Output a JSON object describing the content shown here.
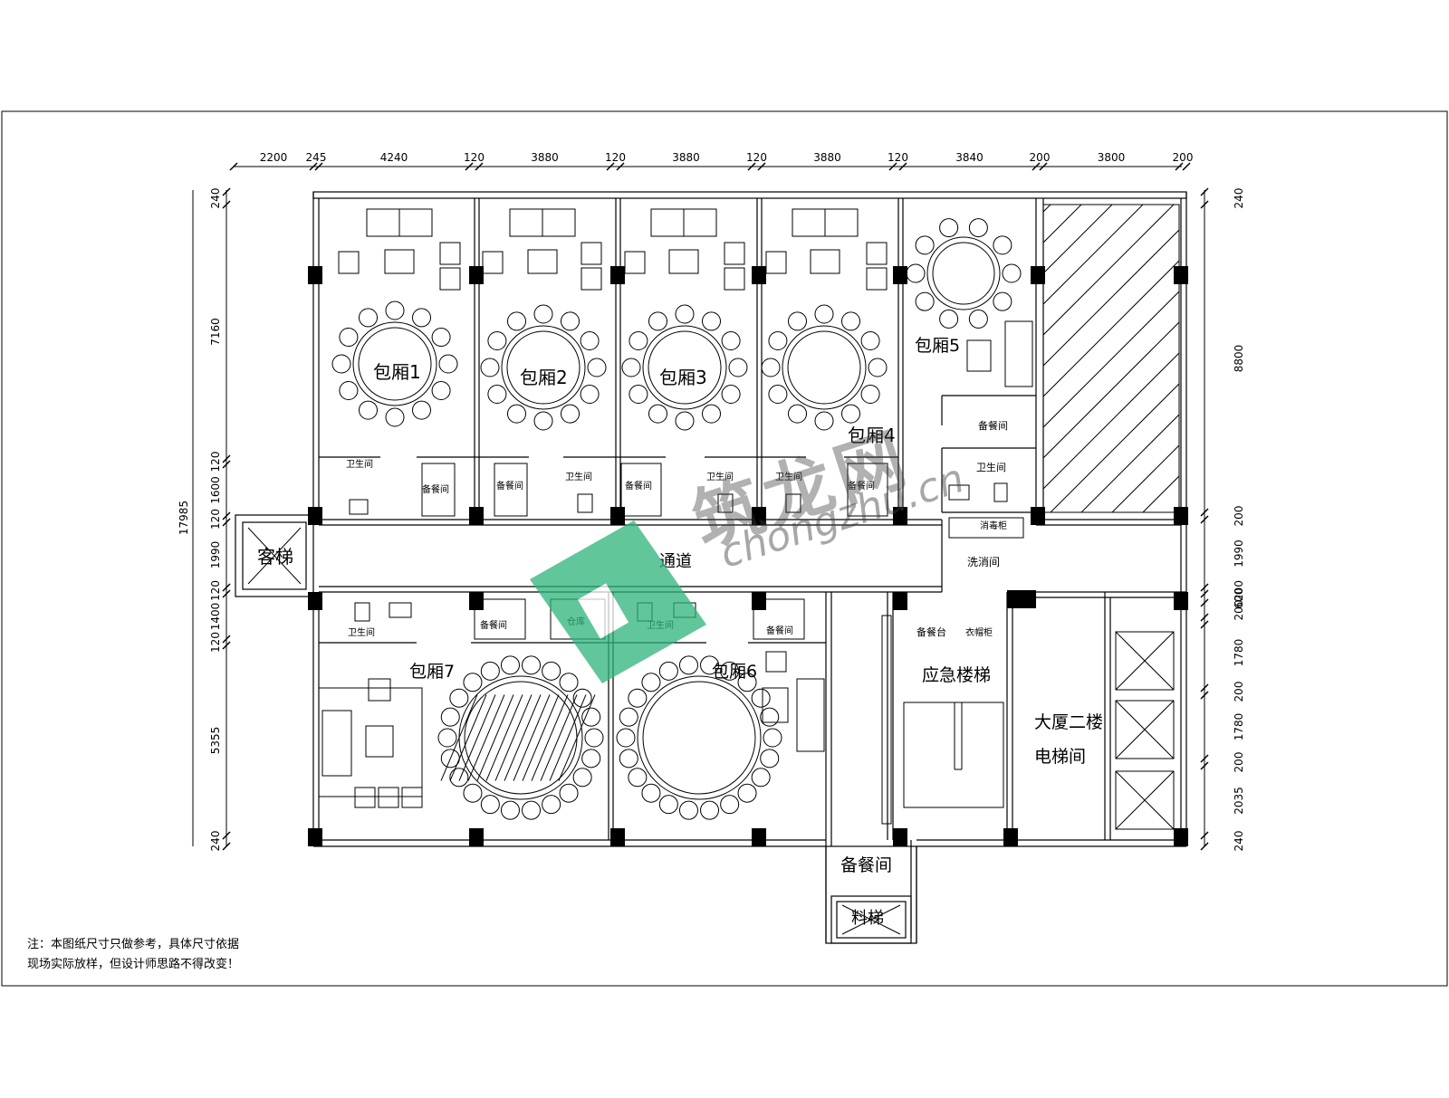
{
  "dims_top": [
    {
      "label": "2200"
    },
    {
      "label": "245"
    },
    {
      "label": "4240"
    },
    {
      "label": "120"
    },
    {
      "label": "3880"
    },
    {
      "label": "120"
    },
    {
      "label": "3880"
    },
    {
      "label": "120"
    },
    {
      "label": "3880"
    },
    {
      "label": "120"
    },
    {
      "label": "3840"
    },
    {
      "label": "200"
    },
    {
      "label": "3800"
    },
    {
      "label": "200"
    }
  ],
  "dims_left": [
    {
      "label": "240"
    },
    {
      "label": "7160"
    },
    {
      "label": "120"
    },
    {
      "label": "1600"
    },
    {
      "label": "120"
    },
    {
      "label": "1990"
    },
    {
      "label": "120"
    },
    {
      "label": "1400"
    },
    {
      "label": "120"
    },
    {
      "label": "5355"
    },
    {
      "label": "240"
    }
  ],
  "dim_total_left": "17985",
  "dims_right": [
    {
      "label": "240"
    },
    {
      "label": "8800"
    },
    {
      "label": "200"
    },
    {
      "label": "1990"
    },
    {
      "label": "200"
    },
    {
      "label": "600"
    },
    {
      "label": "200"
    },
    {
      "label": "1780"
    },
    {
      "label": "200"
    },
    {
      "label": "1780"
    },
    {
      "label": "200"
    },
    {
      "label": "2035"
    },
    {
      "label": "240"
    }
  ],
  "rooms": {
    "box1": "包厢1",
    "box2": "包厢2",
    "box3": "包厢3",
    "box4": "包厢4",
    "box5": "包厢5",
    "box6": "包厢6",
    "box7": "包厢7",
    "corridor": "通道",
    "passenger_elevator": "客梯",
    "pantry": "备餐间",
    "toilet": "卫生间",
    "storage": "仓库",
    "washroom": "洗消间",
    "emergency_stairs": "应急楼梯",
    "elevator_hall_line1": "大厦二楼",
    "elevator_hall_line2": "电梯间",
    "pantry_outer": "备餐间",
    "freight_elevator": "料梯",
    "serving_counter": "备餐台",
    "disinfection_cabinet": "消毒柜",
    "garment_cabinet": "衣帽柜"
  },
  "note": {
    "line1": "注：本图纸尺寸只做参考，具体尺寸依据",
    "line2": "现场实际放样，但设计师思路不得改变！"
  },
  "watermark": {
    "cn": "筑龙网",
    "en": "chongzhu.cn",
    "color": "#2db37a"
  }
}
